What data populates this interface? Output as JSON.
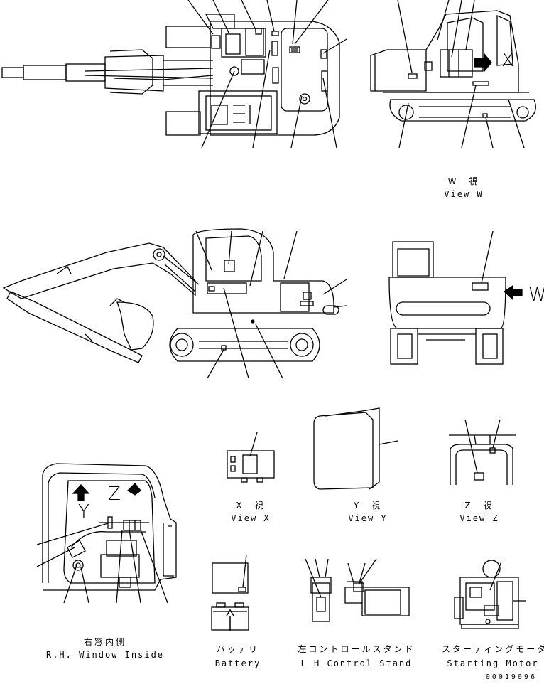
{
  "views": {
    "view_w": {
      "jp": "W　視",
      "en": "View W"
    },
    "view_x": {
      "jp": "X　視",
      "en": "View X"
    },
    "view_y": {
      "jp": "Y　視",
      "en": "View Y"
    },
    "view_z": {
      "jp": "Z　視",
      "en": "View Z"
    },
    "rh_window": {
      "jp": "右窓内側",
      "en": "R.H. Window Inside"
    },
    "battery": {
      "jp": "バッテリ",
      "en": "Battery"
    },
    "lh_stand": {
      "jp": "左コントロールスタンド",
      "en": "L H  Control Stand"
    },
    "starting_motor": {
      "jp": "スターティングモータ",
      "en": "Starting Motor"
    }
  },
  "markers": {
    "w": "W",
    "x": "X",
    "y": "Y",
    "z": "Z"
  },
  "drawing_code": "00019096"
}
